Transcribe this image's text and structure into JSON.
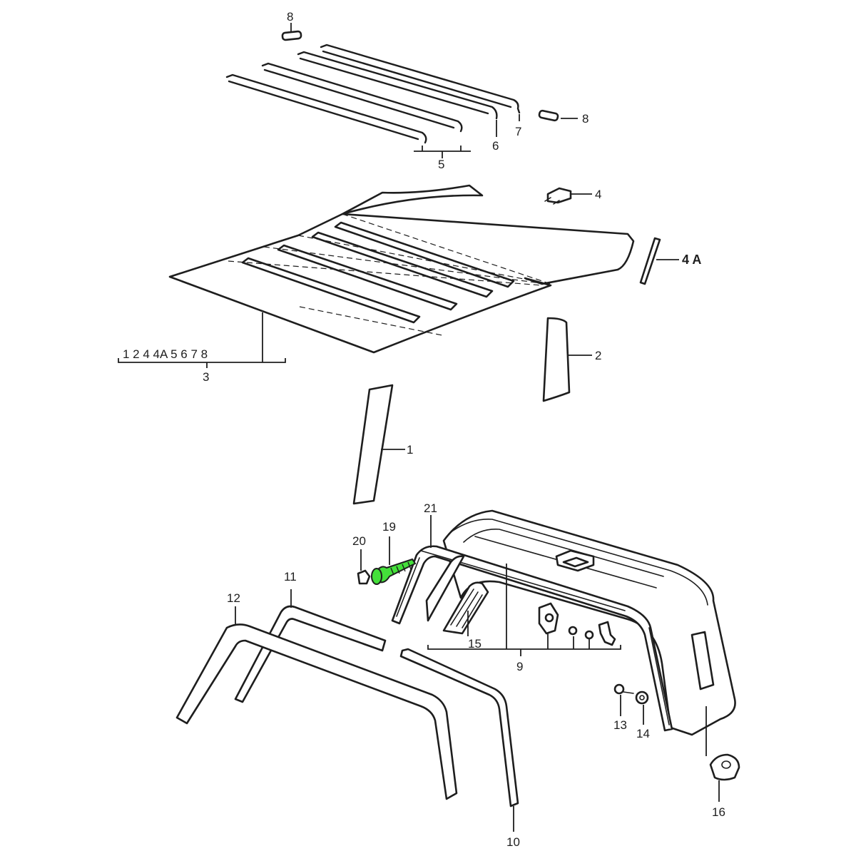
{
  "callouts": {
    "c8a": "8",
    "c8b": "8",
    "c7": "7",
    "c6": "6",
    "c5": "5",
    "c4": "4",
    "c4a": "4 A",
    "c3_group": "1  2  4  4A  5  6  7  8",
    "c3": "3",
    "c2": "2",
    "c1": "1",
    "c21": "21",
    "c20": "20",
    "c19": "19",
    "c11": "11",
    "c12": "12",
    "c15": "15",
    "c9": "9",
    "c13": "13",
    "c14": "14",
    "c16": "16",
    "c10": "10"
  },
  "colors": {
    "line": "#1e1e1e",
    "highlight": "#44e03a",
    "background": "#ffffff"
  }
}
